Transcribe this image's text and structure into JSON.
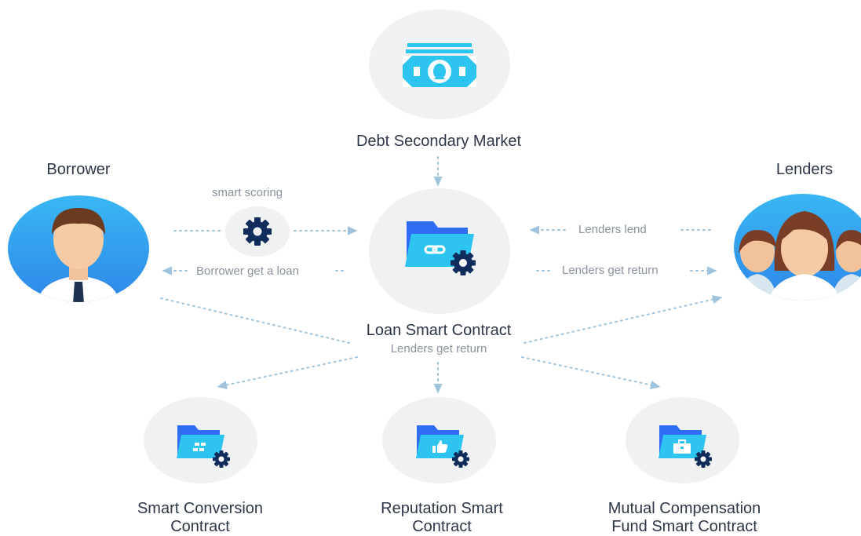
{
  "nodes": {
    "debt_market": "Debt Secondary Market",
    "borrower": "Borrower",
    "lenders": "Lenders",
    "loan_contract": "Loan Smart Contract",
    "smart_conversion": [
      "Smart Conversion",
      "Contract"
    ],
    "reputation": [
      "Reputation Smart",
      "Contract"
    ],
    "mutual_fund": [
      "Mutual Compensation",
      "Fund Smart Contract"
    ]
  },
  "edges": {
    "smart_scoring": "smart scoring",
    "borrower_loan": "Borrower get a loan",
    "lenders_lend": "Lenders lend",
    "lenders_return": "Lenders get return",
    "lenders_return_center": "Lenders get return"
  },
  "colors": {
    "circle": "#f0f1f3",
    "blue": "#2f6df6",
    "cyan": "#2ec4f0",
    "navy": "#0f2c5a",
    "arrow": "#9fc3dc"
  }
}
